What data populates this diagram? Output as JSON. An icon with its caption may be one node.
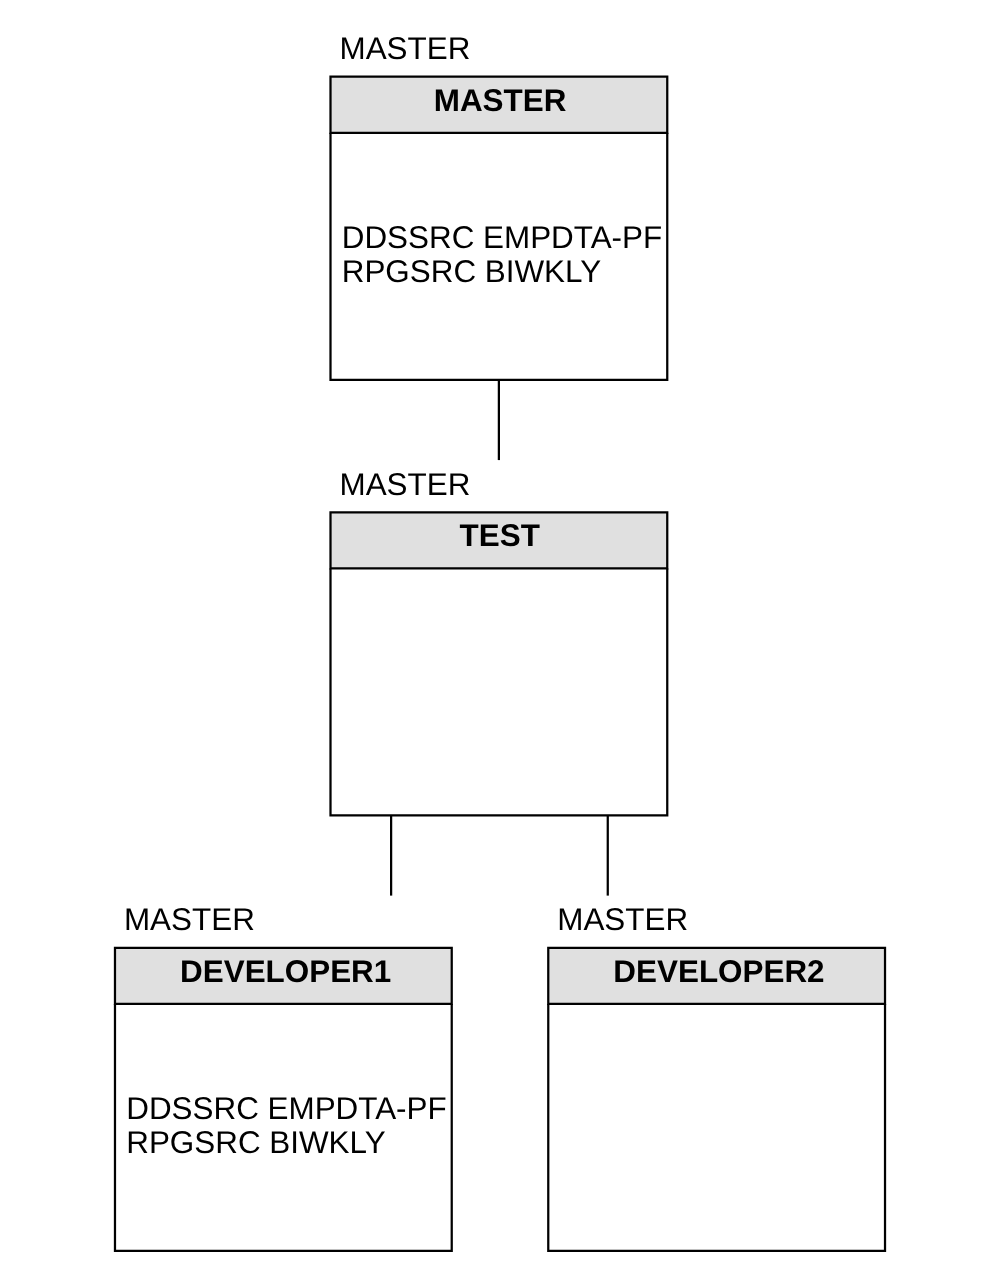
{
  "diagram": {
    "nodes": [
      {
        "text": [
          "MASTER",
          "MASTER",
          "DDSSRC EMPDTA-PF RPGSRC BIWKLY"
        ]
      },
      {
        "text": [
          "MASTER",
          "TEST"
        ]
      },
      {
        "text": [
          "MASTER",
          "DEVELOPER1",
          "DDSSRC EMPDTA-PF RPGSRC BIWKLY"
        ]
      },
      {
        "text": [
          "MASTER",
          "DEVELOPER2"
        ]
      }
    ],
    "edges": [
      {
        "from": 0,
        "to": 1,
        "arrow": "none"
      },
      {
        "from": 1,
        "to": 2,
        "arrow": "none"
      },
      {
        "from": 1,
        "to": 3,
        "arrow": "none"
      }
    ]
  }
}
